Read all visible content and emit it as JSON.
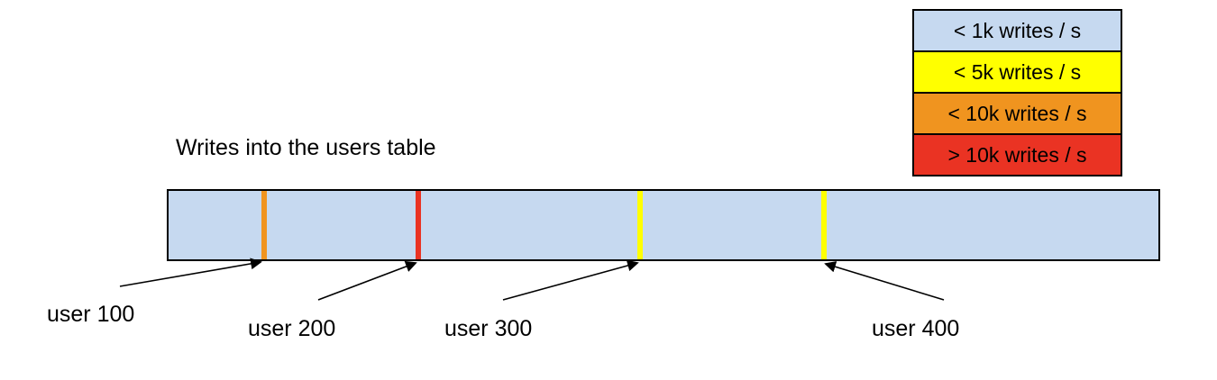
{
  "title": "Writes into the users table",
  "colors": {
    "bar_fill": "#c6d9f0",
    "lt_1k": "#c6d9f0",
    "lt_5k": "#ffff00",
    "lt_10k": "#f0941f",
    "gt_10k": "#ea3323",
    "border": "#000000"
  },
  "legend": {
    "items": [
      {
        "label": "< 1k writes / s",
        "color": "#c6d9f0"
      },
      {
        "label": "< 5k writes / s",
        "color": "#ffff00"
      },
      {
        "label": "< 10k writes / s",
        "color": "#f0941f"
      },
      {
        "label": "> 10k writes / s",
        "color": "#ea3323"
      }
    ]
  },
  "bar": {
    "fill": "#c6d9f0",
    "markers": [
      {
        "user": "user 100",
        "rate_class": "< 10k writes / s",
        "color": "#f0941f"
      },
      {
        "user": "user 200",
        "rate_class": "> 10k writes / s",
        "color": "#ea3323"
      },
      {
        "user": "user 300",
        "rate_class": "< 5k writes / s",
        "color": "#ffff00"
      },
      {
        "user": "user 400",
        "rate_class": "< 5k writes / s",
        "color": "#ffff00"
      }
    ]
  },
  "labels": {
    "user_100": "user 100",
    "user_200": "user 200",
    "user_300": "user 300",
    "user_400": "user 400"
  }
}
